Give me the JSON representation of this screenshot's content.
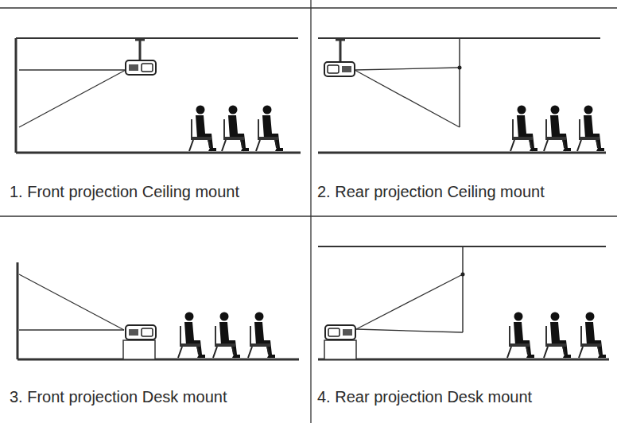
{
  "diagram": {
    "labels": [
      "1. Front projection Ceiling mount",
      "2. Rear projection Ceiling mount",
      "3. Front projection Desk mount",
      "4. Rear projection Desk mount"
    ]
  }
}
